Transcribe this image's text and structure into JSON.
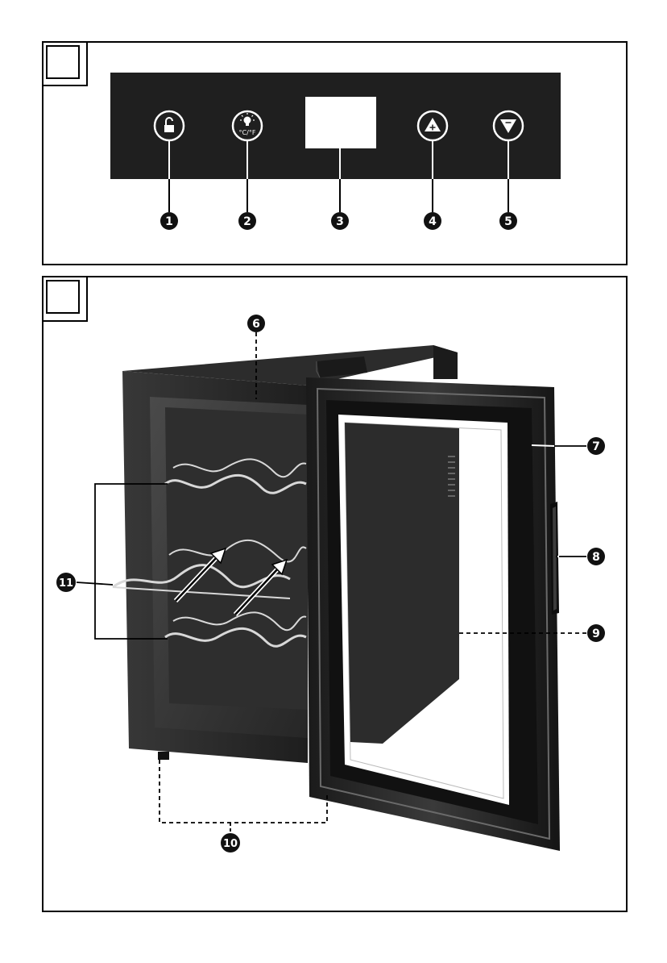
{
  "figures": [
    {
      "id": "figure-1",
      "label": ""
    },
    {
      "id": "figure-2",
      "label": ""
    }
  ],
  "control_panel": {
    "buttons": [
      {
        "name": "lock-button",
        "icon": "unlock-icon"
      },
      {
        "name": "light-unit-button",
        "icon": "bulb-icon",
        "sub_label": "°C/°F"
      },
      {
        "name": "display",
        "icon": ""
      },
      {
        "name": "temp-up-button",
        "icon": "triangle-up-plus-icon"
      },
      {
        "name": "temp-down-button",
        "icon": "triangle-down-minus-icon"
      }
    ]
  },
  "callouts": {
    "c1": "1",
    "c2": "2",
    "c3": "3",
    "c4": "4",
    "c5": "5",
    "c6": "6",
    "c7": "7",
    "c8": "8",
    "c9": "9",
    "c10": "10",
    "c11": "11"
  },
  "colors": {
    "panel": "#1f1f1f",
    "callout": "#111111",
    "fridge_body": "#2a2a2a",
    "interior": "#3a3a3a",
    "rack": "#cfcfcf"
  }
}
